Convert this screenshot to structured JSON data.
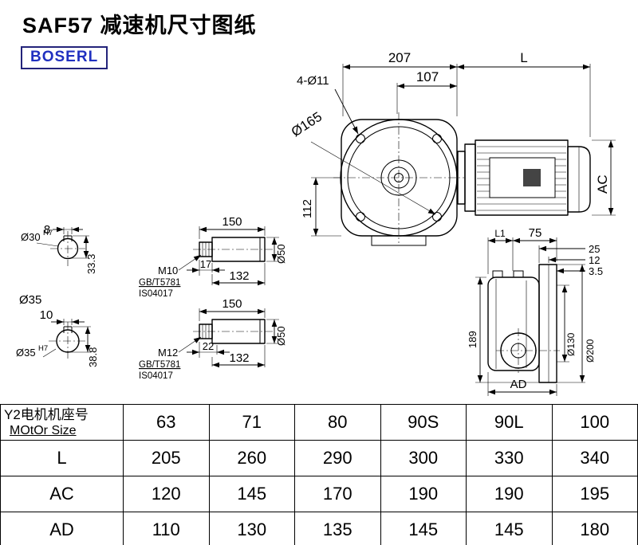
{
  "page": {
    "title": "SAF57 减速机尺寸图纸",
    "brand": "BOSERL"
  },
  "drawing": {
    "front": {
      "dim_width": "207",
      "dim_motor_length": "L",
      "dim_flange_offset": "107",
      "holes_label": "4-Ø11",
      "flange_dia": "Ø165",
      "dim_center_height": "112",
      "dim_motor_height": "AC"
    },
    "bore1": {
      "keyway_width": "8",
      "dia": "Ø30",
      "tol": "H7",
      "keyway_height": "33.3"
    },
    "bore2": {
      "shaft_dia": "Ø35",
      "keyway_width": "10",
      "dia": "Ø35",
      "tol": "H7",
      "keyway_height": "38.8"
    },
    "shaft1": {
      "length": "150",
      "thread": "M10",
      "thread_len": "17",
      "body_len": "132",
      "dia": "Ø50",
      "std1": "GB/T5781",
      "std2": "IS04017"
    },
    "shaft2": {
      "length": "150",
      "thread": "M12",
      "thread_len": "22",
      "body_len": "132",
      "dia": "Ø50",
      "std1": "GB/T5781",
      "std2": "IS04017"
    },
    "side": {
      "dim_l1": "L1",
      "dim_75": "75",
      "dim_25": "25",
      "dim_12": "12",
      "dim_3_5": "3.5",
      "dim_height": "189",
      "bolt_circle": "Ø130",
      "flange_od": "Ø200",
      "dim_ad": "AD"
    }
  },
  "table": {
    "header": {
      "label_cn": "Y2电机机座号",
      "label_en": "MOtOr Size",
      "values": [
        "63",
        "71",
        "80",
        "90S",
        "90L",
        "100"
      ]
    },
    "rows": [
      {
        "label": "L",
        "values": [
          "205",
          "260",
          "290",
          "300",
          "330",
          "340"
        ]
      },
      {
        "label": "AC",
        "values": [
          "120",
          "145",
          "170",
          "190",
          "190",
          "195"
        ]
      },
      {
        "label": "AD",
        "values": [
          "110",
          "130",
          "135",
          "145",
          "145",
          "180"
        ]
      }
    ]
  }
}
